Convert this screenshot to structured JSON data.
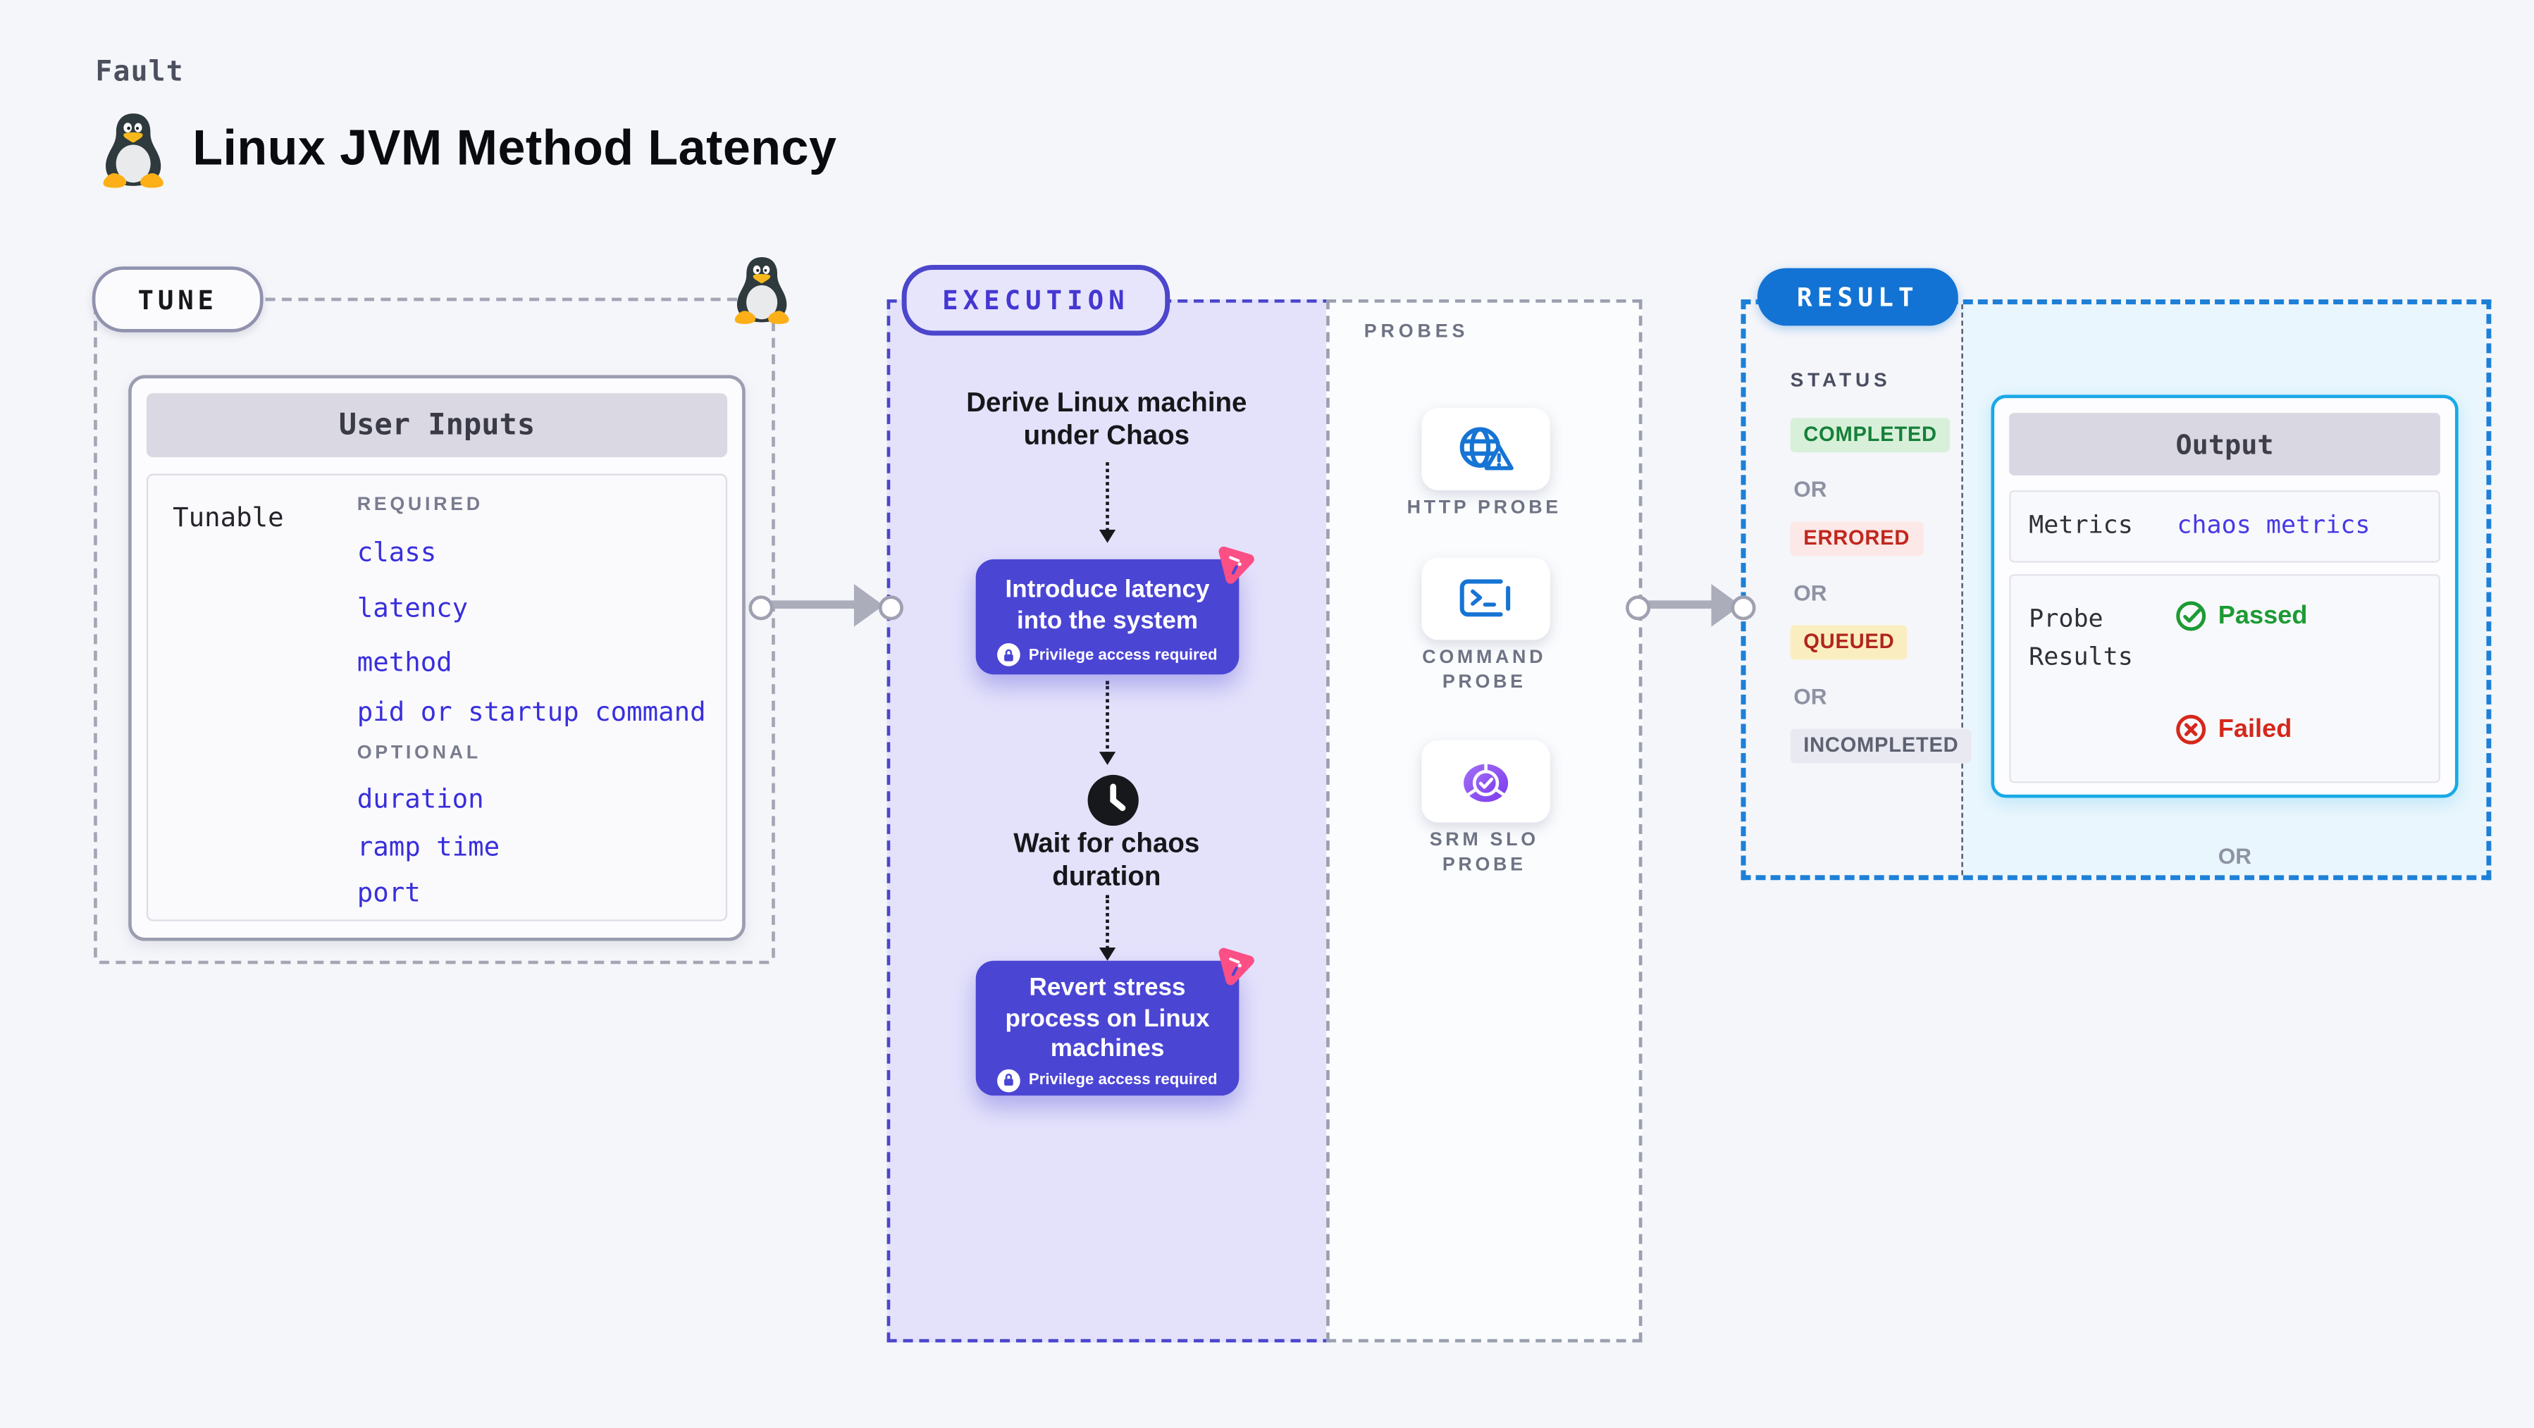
{
  "colors": {
    "page_bg": "#f5f6fa",
    "step_indigo": "#4b45d4",
    "execution_bg": "#e4e2fb",
    "execution_border": "#4b46cb",
    "result_blue": "#1273d4",
    "result_area_bg": "#e9f6fd",
    "output_border": "#18a9e6",
    "tunable_link_indigo": "#392fdc",
    "pink_badge": "#fb4f86",
    "probe_icon_blue": "#1674d4",
    "srm_purple": "#7c3aed",
    "passed_green": "#1d9b35",
    "failed_red": "#d5281b",
    "completed_green": "#168039",
    "errored_red": "#c1271d",
    "queued_red": "#b2251c",
    "incompleted_gray": "#5d6170"
  },
  "header": {
    "kicker": "Fault",
    "title": "Linux JVM Method Latency"
  },
  "tune": {
    "pill": "TUNE",
    "card_title": "User Inputs",
    "row_label": "Tunable",
    "required_label": "REQUIRED",
    "required_items": [
      "class",
      "latency",
      "method",
      "pid or startup command"
    ],
    "optional_label": "OPTIONAL",
    "optional_items": [
      "duration",
      "ramp time",
      "port"
    ]
  },
  "execution": {
    "pill": "EXECUTION",
    "entry": "Derive Linux machine\nunder Chaos",
    "step1_title": "Introduce latency\ninto the system",
    "step1_note": "Privilege access required",
    "wait": "Wait for chaos\nduration",
    "step2_title": "Revert stress\nprocess on Linux\nmachines",
    "step2_note": "Privilege access required"
  },
  "probes": {
    "label": "PROBES",
    "items": [
      {
        "name": "HTTP PROBE",
        "icon": "globe-alert-icon"
      },
      {
        "name": "COMMAND\nPROBE",
        "icon": "terminal-icon"
      },
      {
        "name": "SRM SLO\nPROBE",
        "icon": "slo-gauge-check-icon"
      }
    ]
  },
  "result": {
    "pill": "RESULT",
    "status_label": "STATUS",
    "or_label": "OR",
    "statuses": [
      {
        "label": "COMPLETED"
      },
      {
        "label": "ERRORED"
      },
      {
        "label": "QUEUED"
      },
      {
        "label": "INCOMPLETED"
      }
    ],
    "output": {
      "title": "Output",
      "metrics_label": "Metrics",
      "metrics_value": "chaos metrics",
      "probe_results_label": "Probe\nResults",
      "passed": "Passed",
      "failed": "Failed"
    }
  }
}
